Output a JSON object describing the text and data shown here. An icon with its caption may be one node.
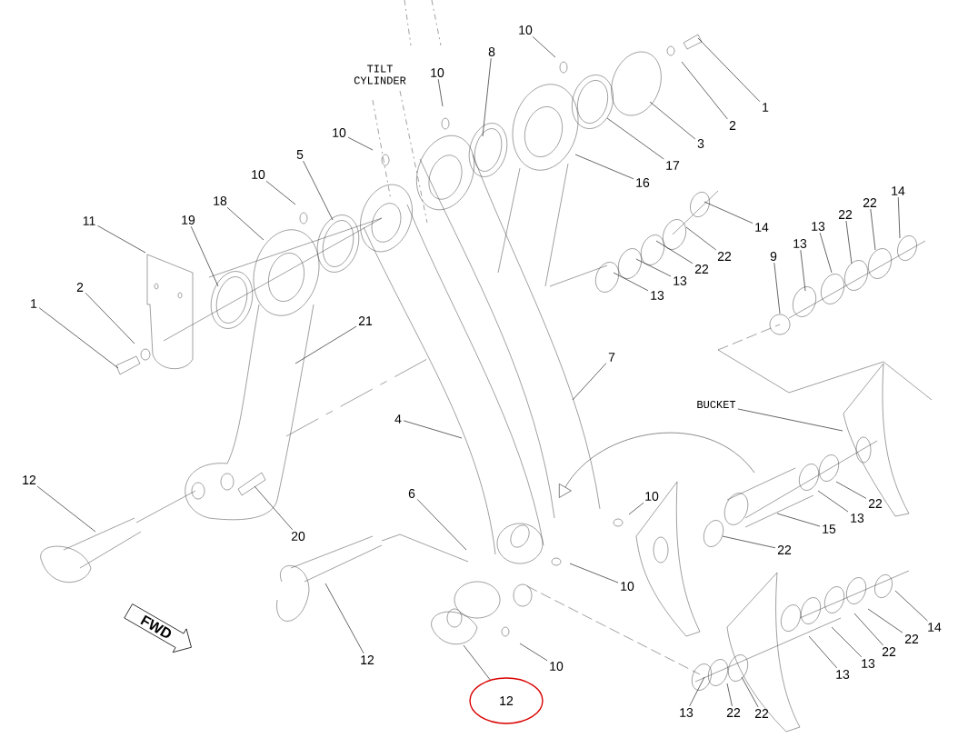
{
  "diagram": {
    "nodes": [
      {
        "text": [
          "1"
        ]
      },
      {
        "text": [
          "2"
        ]
      },
      {
        "text": [
          "3"
        ]
      },
      {
        "text": [
          "17"
        ]
      },
      {
        "text": [
          "16"
        ]
      },
      {
        "text": [
          "8"
        ]
      },
      {
        "text": [
          "10"
        ]
      },
      {
        "text": [
          "10"
        ]
      },
      {
        "text": [
          "10"
        ]
      },
      {
        "text": [
          "5"
        ]
      },
      {
        "text": [
          "10"
        ]
      },
      {
        "text": [
          "18"
        ]
      },
      {
        "text": [
          "19"
        ]
      },
      {
        "text": [
          "11"
        ]
      },
      {
        "text": [
          "2"
        ]
      },
      {
        "text": [
          "1"
        ]
      },
      {
        "text": [
          "21"
        ]
      },
      {
        "text": [
          "14"
        ]
      },
      {
        "text": [
          "22"
        ]
      },
      {
        "text": [
          "22"
        ]
      },
      {
        "text": [
          "13"
        ]
      },
      {
        "text": [
          "13"
        ]
      },
      {
        "text": [
          "9"
        ]
      },
      {
        "text": [
          "13"
        ]
      },
      {
        "text": [
          "13"
        ]
      },
      {
        "text": [
          "22"
        ]
      },
      {
        "text": [
          "22"
        ]
      },
      {
        "text": [
          "14"
        ]
      },
      {
        "text": [
          "7"
        ]
      },
      {
        "text": [
          "4"
        ]
      },
      {
        "text": [
          "BUCKET"
        ]
      },
      {
        "text": [
          "12"
        ]
      },
      {
        "text": [
          "20"
        ]
      },
      {
        "text": [
          "6"
        ]
      },
      {
        "text": [
          "10"
        ]
      },
      {
        "text": [
          "15"
        ]
      },
      {
        "text": [
          "13"
        ]
      },
      {
        "text": [
          "22"
        ]
      },
      {
        "text": [
          "22"
        ]
      },
      {
        "text": [
          "10"
        ]
      },
      {
        "text": [
          "12"
        ]
      },
      {
        "text": [
          "FWD"
        ]
      },
      {
        "text": [
          "10"
        ]
      },
      {
        "text": [
          "14"
        ]
      },
      {
        "text": [
          "22"
        ]
      },
      {
        "text": [
          "22"
        ]
      },
      {
        "text": [
          "13"
        ]
      },
      {
        "text": [
          "13"
        ]
      },
      {
        "text": [
          "12"
        ]
      },
      {
        "text": [
          "13"
        ]
      },
      {
        "text": [
          "22"
        ]
      },
      {
        "text": [
          "22"
        ]
      }
    ],
    "edges": [
      {
        "from": 0,
        "to": null,
        "arrow": "none"
      },
      {
        "from": 1,
        "to": null,
        "arrow": "none"
      },
      {
        "from": 2,
        "to": null,
        "arrow": "none"
      },
      {
        "from": 3,
        "to": null,
        "arrow": "none"
      },
      {
        "from": 4,
        "to": null,
        "arrow": "none"
      },
      {
        "from": 5,
        "to": null,
        "arrow": "none"
      },
      {
        "from": 6,
        "to": null,
        "arrow": "none"
      },
      {
        "from": 7,
        "to": null,
        "arrow": "none"
      },
      {
        "from": 8,
        "to": null,
        "arrow": "none"
      },
      {
        "from": 9,
        "to": null,
        "arrow": "none"
      },
      {
        "from": 10,
        "to": null,
        "arrow": "none"
      },
      {
        "from": 11,
        "to": null,
        "arrow": "none"
      },
      {
        "from": 12,
        "to": null,
        "arrow": "none"
      },
      {
        "from": 13,
        "to": null,
        "arrow": "none"
      },
      {
        "from": 14,
        "to": null,
        "arrow": "none"
      },
      {
        "from": 15,
        "to": null,
        "arrow": "none"
      },
      {
        "from": 16,
        "to": null,
        "arrow": "none"
      },
      {
        "from": 17,
        "to": null,
        "arrow": "none"
      },
      {
        "from": 18,
        "to": null,
        "arrow": "none"
      },
      {
        "from": 19,
        "to": null,
        "arrow": "none"
      },
      {
        "from": 20,
        "to": null,
        "arrow": "none"
      },
      {
        "from": 21,
        "to": null,
        "arrow": "none"
      },
      {
        "from": 22,
        "to": null,
        "arrow": "none"
      },
      {
        "from": 23,
        "to": null,
        "arrow": "none"
      },
      {
        "from": 24,
        "to": null,
        "arrow": "none"
      },
      {
        "from": 25,
        "to": null,
        "arrow": "none"
      },
      {
        "from": 26,
        "to": null,
        "arrow": "none"
      },
      {
        "from": 27,
        "to": null,
        "arrow": "none"
      },
      {
        "from": 28,
        "to": null,
        "arrow": "none"
      },
      {
        "from": 29,
        "to": null,
        "arrow": "none"
      },
      {
        "from": 30,
        "to": null,
        "arrow": "none"
      },
      {
        "from": 31,
        "to": null,
        "arrow": "none"
      },
      {
        "from": 32,
        "to": null,
        "arrow": "none"
      },
      {
        "from": 33,
        "to": null,
        "arrow": "none"
      },
      {
        "from": 34,
        "to": null,
        "arrow": "none"
      },
      {
        "from": 35,
        "to": null,
        "arrow": "none"
      },
      {
        "from": 36,
        "to": null,
        "arrow": "none"
      },
      {
        "from": 37,
        "to": null,
        "arrow": "none"
      },
      {
        "from": 38,
        "to": null,
        "arrow": "none"
      },
      {
        "from": 39,
        "to": null,
        "arrow": "none"
      },
      {
        "from": 40,
        "to": null,
        "arrow": "none"
      },
      {
        "from": 42,
        "to": null,
        "arrow": "none"
      },
      {
        "from": 43,
        "to": null,
        "arrow": "none"
      },
      {
        "from": 44,
        "to": null,
        "arrow": "none"
      },
      {
        "from": 45,
        "to": null,
        "arrow": "none"
      },
      {
        "from": 46,
        "to": null,
        "arrow": "none"
      },
      {
        "from": 47,
        "to": null,
        "arrow": "none"
      },
      {
        "from": 48,
        "to": null,
        "arrow": "none"
      },
      {
        "from": 49,
        "to": null,
        "arrow": "none"
      },
      {
        "from": 50,
        "to": null,
        "arrow": "none"
      },
      {
        "from": 51,
        "to": null,
        "arrow": "none"
      }
    ],
    "labels": [
      "TILT CYLINDER"
    ]
  }
}
